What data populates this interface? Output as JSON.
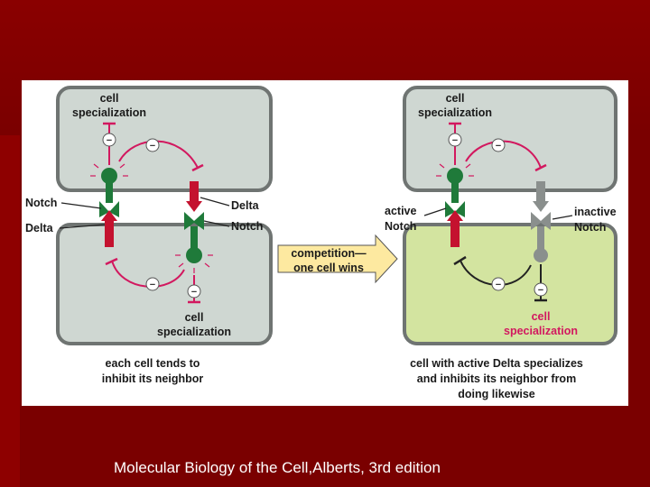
{
  "left": {
    "top_cell_label": [
      "cell",
      "specialization"
    ],
    "bottom_cell_label": [
      "cell",
      "specialization"
    ],
    "notch_label": "Notch",
    "delta_label_left": "Delta",
    "delta_label_right": "Delta",
    "notch_label_right": "Notch",
    "caption": [
      "each cell tends to",
      "inhibit its neighbor"
    ]
  },
  "middle": {
    "arrow_text": [
      "competition—",
      "one cell wins"
    ]
  },
  "right": {
    "top_cell_label": [
      "cell",
      "specialization"
    ],
    "bottom_cell_label": [
      "cell",
      "specialization"
    ],
    "active_notch_label": [
      "active",
      "Notch"
    ],
    "inactive_notch_label": [
      "inactive",
      "Notch"
    ],
    "caption": [
      "cell with active Delta specializes",
      "and inhibits its neighbor from",
      "doing likewise"
    ]
  },
  "citation": "Molecular Biology of the Cell,Alberts, 3rd edition",
  "colors": {
    "background": "#7a0000",
    "cell_gray": "#cfd7d2",
    "cell_green": "#d3e4a0",
    "notch_green": "#1f7a3a",
    "delta_red": "#c4122f",
    "inhibit_magenta": "#d2185f",
    "arrow_box": "#fde9a0"
  }
}
